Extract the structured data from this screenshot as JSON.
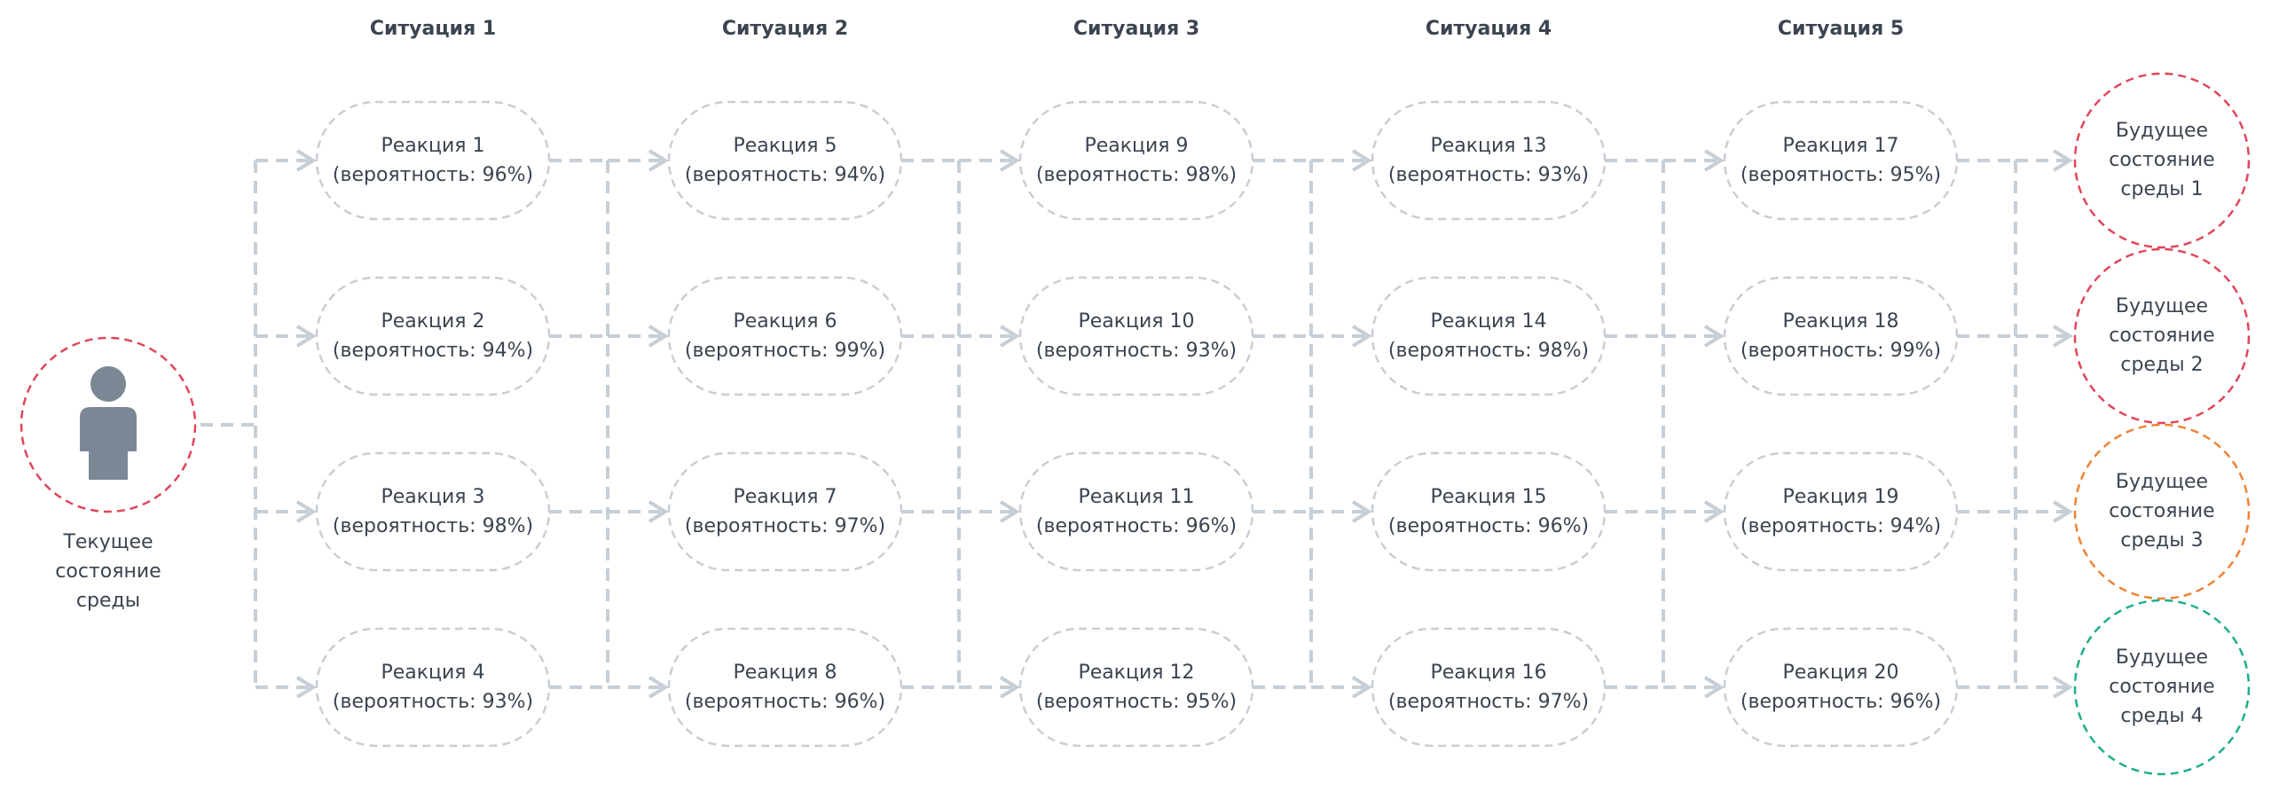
{
  "current_state": {
    "label_lines": [
      "Текущее",
      "состояние",
      "среды"
    ],
    "icon": "person-icon",
    "circle_color": "#e0465b"
  },
  "columns": [
    {
      "title": "Ситуация 1",
      "nodes": [
        {
          "name": "Реакция 1",
          "probability": "(вероятность: 96%)"
        },
        {
          "name": "Реакция 2",
          "probability": "(вероятность: 94%)"
        },
        {
          "name": "Реакция 3",
          "probability": "(вероятность: 98%)"
        },
        {
          "name": "Реакция 4",
          "probability": "(вероятность: 93%)"
        }
      ]
    },
    {
      "title": "Ситуация 2",
      "nodes": [
        {
          "name": "Реакция 5",
          "probability": "(вероятность: 94%)"
        },
        {
          "name": "Реакция 6",
          "probability": "(вероятность: 99%)"
        },
        {
          "name": "Реакция 7",
          "probability": "(вероятность: 97%)"
        },
        {
          "name": "Реакция 8",
          "probability": "(вероятность: 96%)"
        }
      ]
    },
    {
      "title": "Ситуация 3",
      "nodes": [
        {
          "name": "Реакция 9",
          "probability": "(вероятность: 98%)"
        },
        {
          "name": "Реакция 10",
          "probability": "(вероятность: 93%)"
        },
        {
          "name": "Реакция 11",
          "probability": "(вероятность: 96%)"
        },
        {
          "name": "Реакция 12",
          "probability": "(вероятность: 95%)"
        }
      ]
    },
    {
      "title": "Ситуация 4",
      "nodes": [
        {
          "name": "Реакция 13",
          "probability": "(вероятность: 93%)"
        },
        {
          "name": "Реакция 14",
          "probability": "(вероятность: 98%)"
        },
        {
          "name": "Реакция 15",
          "probability": "(вероятность: 96%)"
        },
        {
          "name": "Реакция 16",
          "probability": "(вероятность: 97%)"
        }
      ]
    },
    {
      "title": "Ситуация 5",
      "nodes": [
        {
          "name": "Реакция 17",
          "probability": "(вероятность: 95%)"
        },
        {
          "name": "Реакция 18",
          "probability": "(вероятность: 99%)"
        },
        {
          "name": "Реакция 19",
          "probability": "(вероятность: 94%)"
        },
        {
          "name": "Реакция 20",
          "probability": "(вероятность: 96%)"
        }
      ]
    }
  ],
  "future_states": [
    {
      "label_lines": [
        "Будущее",
        "состояние",
        "среды 1"
      ],
      "circle_color": "#e0465b"
    },
    {
      "label_lines": [
        "Будущее",
        "состояние",
        "среды 2"
      ],
      "circle_color": "#e0465b"
    },
    {
      "label_lines": [
        "Будущее",
        "состояние",
        "среды 3"
      ],
      "circle_color": "#ef8236"
    },
    {
      "label_lines": [
        "Будущее",
        "состояние",
        "среды 4"
      ],
      "circle_color": "#1fae8c"
    }
  ],
  "colors": {
    "connector": "#c6ced6",
    "node_border": "#c9ced4",
    "text": "#3b4450",
    "person_icon": "#7b8794"
  }
}
